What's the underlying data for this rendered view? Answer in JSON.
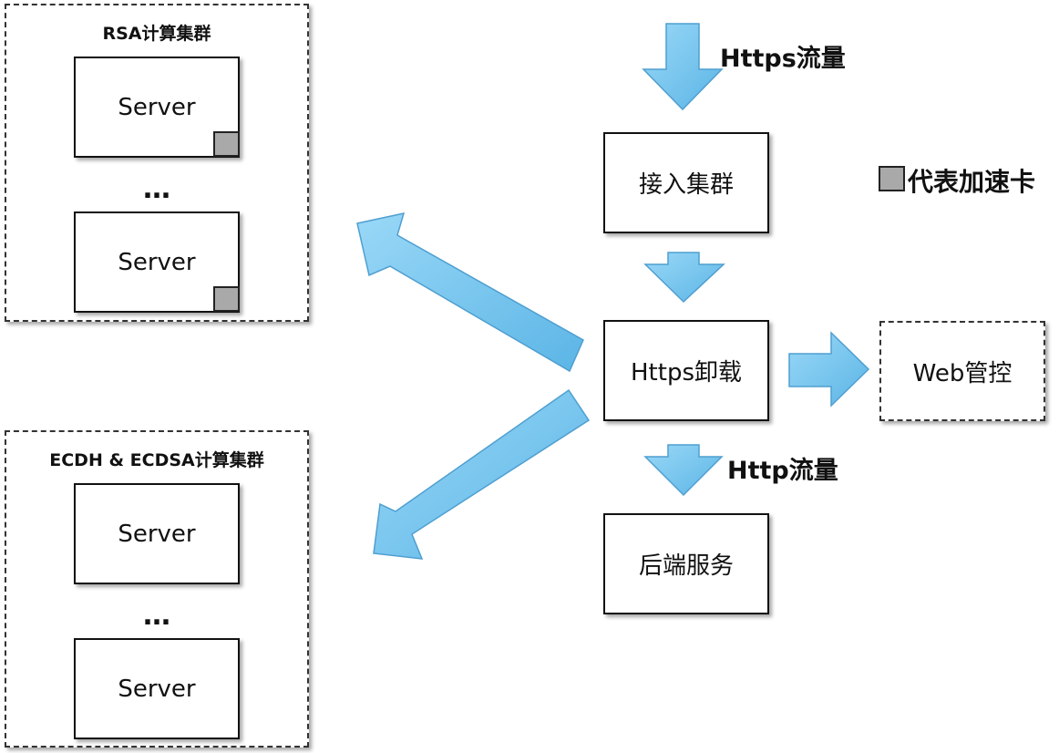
{
  "rsa_cluster": {
    "title": "RSA计算集群",
    "servers": [
      "Server",
      "Server"
    ],
    "ellipsis": "…"
  },
  "ecdh_cluster": {
    "title": "ECDH & ECDSA计算集群",
    "servers": [
      "Server",
      "Server"
    ],
    "ellipsis": "…"
  },
  "flow": {
    "https_traffic": "Https流量",
    "access_cluster": "接入集群",
    "https_offload": "Https卸载",
    "http_traffic": "Http流量",
    "backend_service": "后端服务",
    "web_control": "Web管控"
  },
  "legend": {
    "label": "代表加速卡",
    "swatch_color": "#a9a9a9"
  },
  "colors": {
    "arrow_fill": "#74c4ee",
    "arrow_stroke": "#4f9fd0"
  }
}
